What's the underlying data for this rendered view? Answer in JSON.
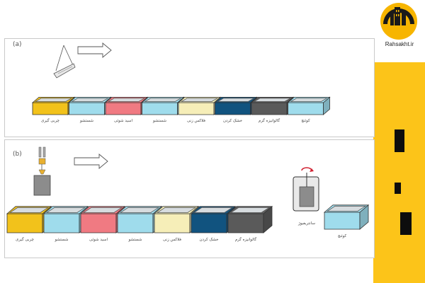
{
  "brand": {
    "site": "Rahsakht.ir",
    "logo_icon": "building-arch-logo",
    "colors": {
      "accent": "#fcc419",
      "dark": "#1a1a1a"
    }
  },
  "panel_a": {
    "label": "(a)",
    "tanks": [
      {
        "label": "چربی گیری",
        "color": "#f2c21b"
      },
      {
        "label": "شستشو",
        "color": "#9fdcec"
      },
      {
        "label": "اسید شوئی",
        "color": "#f07a82"
      },
      {
        "label": "شستشو",
        "color": "#9fdcec"
      },
      {
        "label": "فلاکس زنی",
        "color": "#f6eeb8"
      },
      {
        "label": "خشک کردن",
        "color": "#11537f"
      },
      {
        "label": "گالوانیزه گرم",
        "color": "#5a5a5a"
      },
      {
        "label": "کوئنچ",
        "color": "#9fdcec"
      }
    ],
    "icons": [
      "hanging-rack-icon",
      "right-arrow-icon"
    ]
  },
  "panel_b": {
    "label": "(b)",
    "tanks": [
      {
        "label": "چربی گیری",
        "color": "#f2c21b"
      },
      {
        "label": "شستشو",
        "color": "#9fdcec"
      },
      {
        "label": "اسید شوئی",
        "color": "#f07a82"
      },
      {
        "label": "شستشو",
        "color": "#9fdcec"
      },
      {
        "label": "فلاکس زنی",
        "color": "#f6eeb8"
      },
      {
        "label": "خشک کردن",
        "color": "#11537f"
      },
      {
        "label": "گالوانیزه گرم",
        "color": "#5a5a5a"
      },
      {
        "label": "کوئنچ",
        "color": "#9fdcec"
      }
    ],
    "centrifuge_label": "سانتریفیوژ",
    "icons": [
      "basket-hoist-icon",
      "right-arrow-icon",
      "centrifuge-icon"
    ]
  }
}
